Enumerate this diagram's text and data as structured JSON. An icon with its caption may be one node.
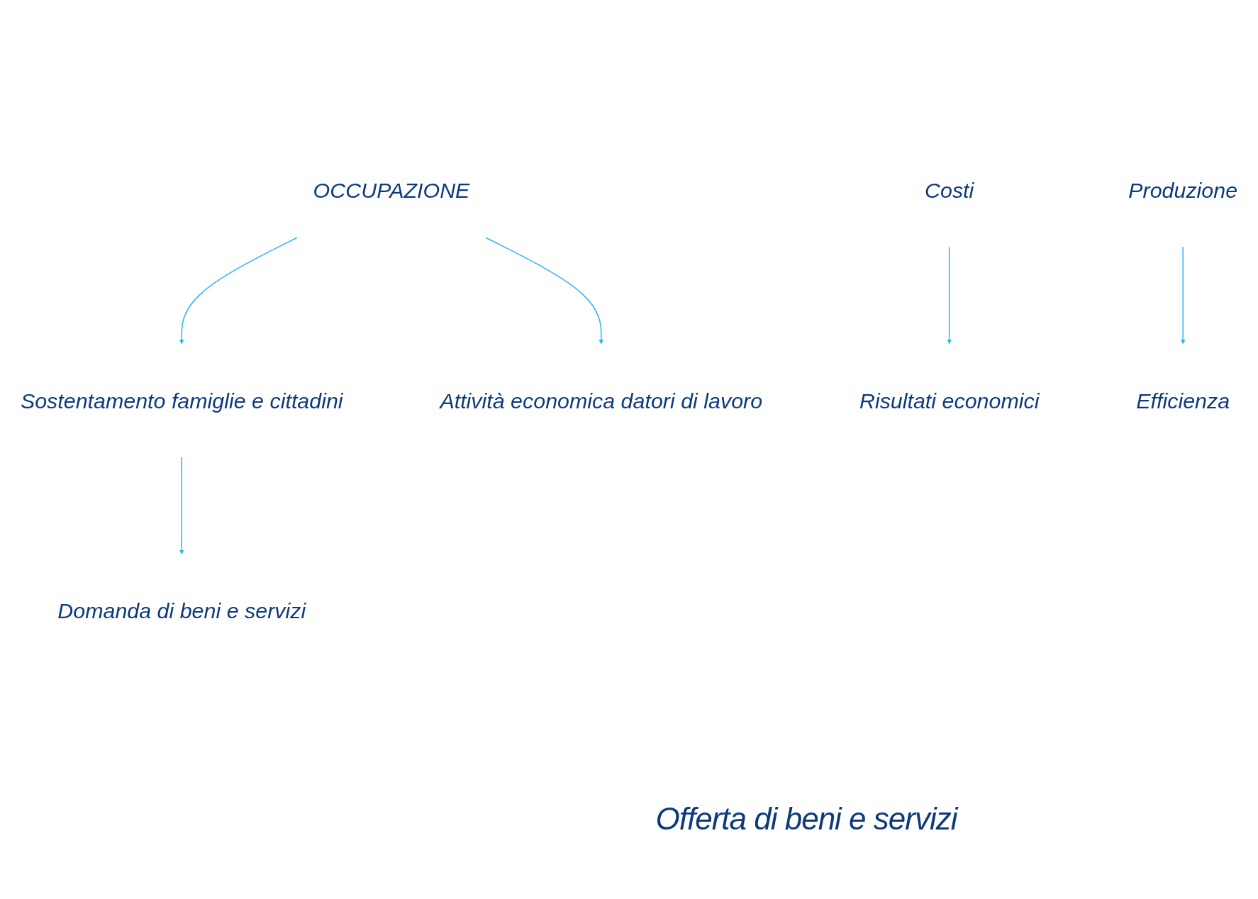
{
  "diagram": {
    "nodes": [
      {
        "text": [
          "OCCUPAZIONE"
        ]
      },
      {
        "text": [
          "Sostentamento famiglie e cittadini"
        ]
      },
      {
        "text": [
          "Attività economica datori di lavoro"
        ]
      },
      {
        "text": [
          "Costi"
        ]
      },
      {
        "text": [
          "Produzione"
        ]
      },
      {
        "text": [
          "Domanda di beni e servizi"
        ]
      },
      {
        "text": [
          "Risultati economici"
        ]
      },
      {
        "text": [
          "Efficienza"
        ]
      }
    ],
    "edges": [
      {
        "from": 0,
        "to": 1,
        "arrow": "to"
      },
      {
        "from": 0,
        "to": 2,
        "arrow": "to"
      },
      {
        "from": 1,
        "to": 5,
        "arrow": "to"
      },
      {
        "from": 3,
        "to": 6,
        "arrow": "to"
      },
      {
        "from": 4,
        "to": 7,
        "arrow": "to"
      }
    ],
    "labels": [
      "Offerta di beni e servizi"
    ]
  }
}
